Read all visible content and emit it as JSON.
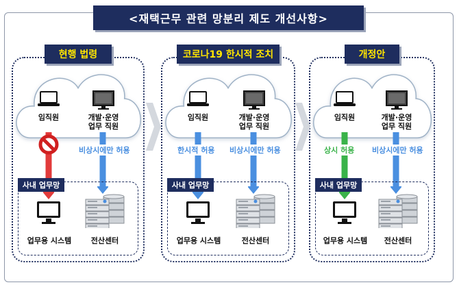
{
  "title": "<재택근무 관련 망분리 제도 개선사항>",
  "colors": {
    "navy": "#1e2d5e",
    "label_yellow": "#ffe500",
    "red": "#e23b3b",
    "blue": "#4a8fe0",
    "green": "#3ab34a"
  },
  "panels": [
    {
      "label": "현행 법령",
      "employee": "임직원",
      "developer": "개발·운영\n업무 직원",
      "left_access": "",
      "right_access": "비상시에만 허용",
      "network": "사내 업무망",
      "system": "업무용 시스템",
      "datacenter": "전산센터",
      "left_status": "blocked"
    },
    {
      "label": "코로나19 한시적 조치",
      "employee": "임직원",
      "developer": "개발·운영\n업무 직원",
      "left_access": "한시적 허용",
      "right_access": "비상시에만 허용",
      "network": "사내 업무망",
      "system": "업무용 시스템",
      "datacenter": "전산센터",
      "left_status": "temporary"
    },
    {
      "label": "개정안",
      "employee": "임직원",
      "developer": "개발·운영\n업무 직원",
      "left_access": "상시 허용",
      "right_access": "비상시에만 허용",
      "network": "사내 업무망",
      "system": "업무용 시스템",
      "datacenter": "전산센터",
      "left_status": "always"
    }
  ],
  "icons": [
    "laptop-icon",
    "monitor-icon",
    "no-entry-icon",
    "desktop-pc-icon",
    "server-icon",
    "chevron-right-icon"
  ]
}
